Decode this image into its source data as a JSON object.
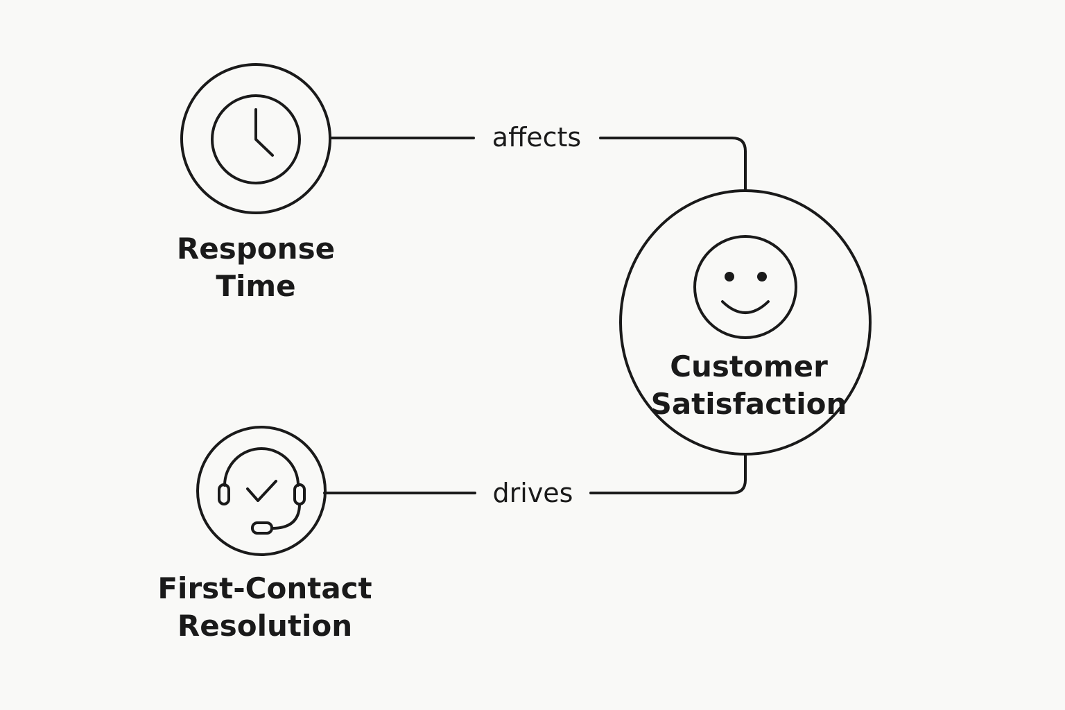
{
  "nodes": {
    "response_time": {
      "label_line1": "Response",
      "label_line2": "Time",
      "icon": "clock-icon"
    },
    "first_contact_resolution": {
      "label_line1": "First-Contact",
      "label_line2": "Resolution",
      "icon": "headset-check-icon"
    },
    "customer_satisfaction": {
      "label_line1": "Customer",
      "label_line2": "Satisfaction",
      "icon": "smiley-face-icon"
    }
  },
  "edges": [
    {
      "from": "response_time",
      "to": "customer_satisfaction",
      "label": "affects"
    },
    {
      "from": "first_contact_resolution",
      "to": "customer_satisfaction",
      "label": "drives"
    }
  ],
  "colors": {
    "background": "#f9f9f7",
    "stroke": "#1a1a1a"
  }
}
